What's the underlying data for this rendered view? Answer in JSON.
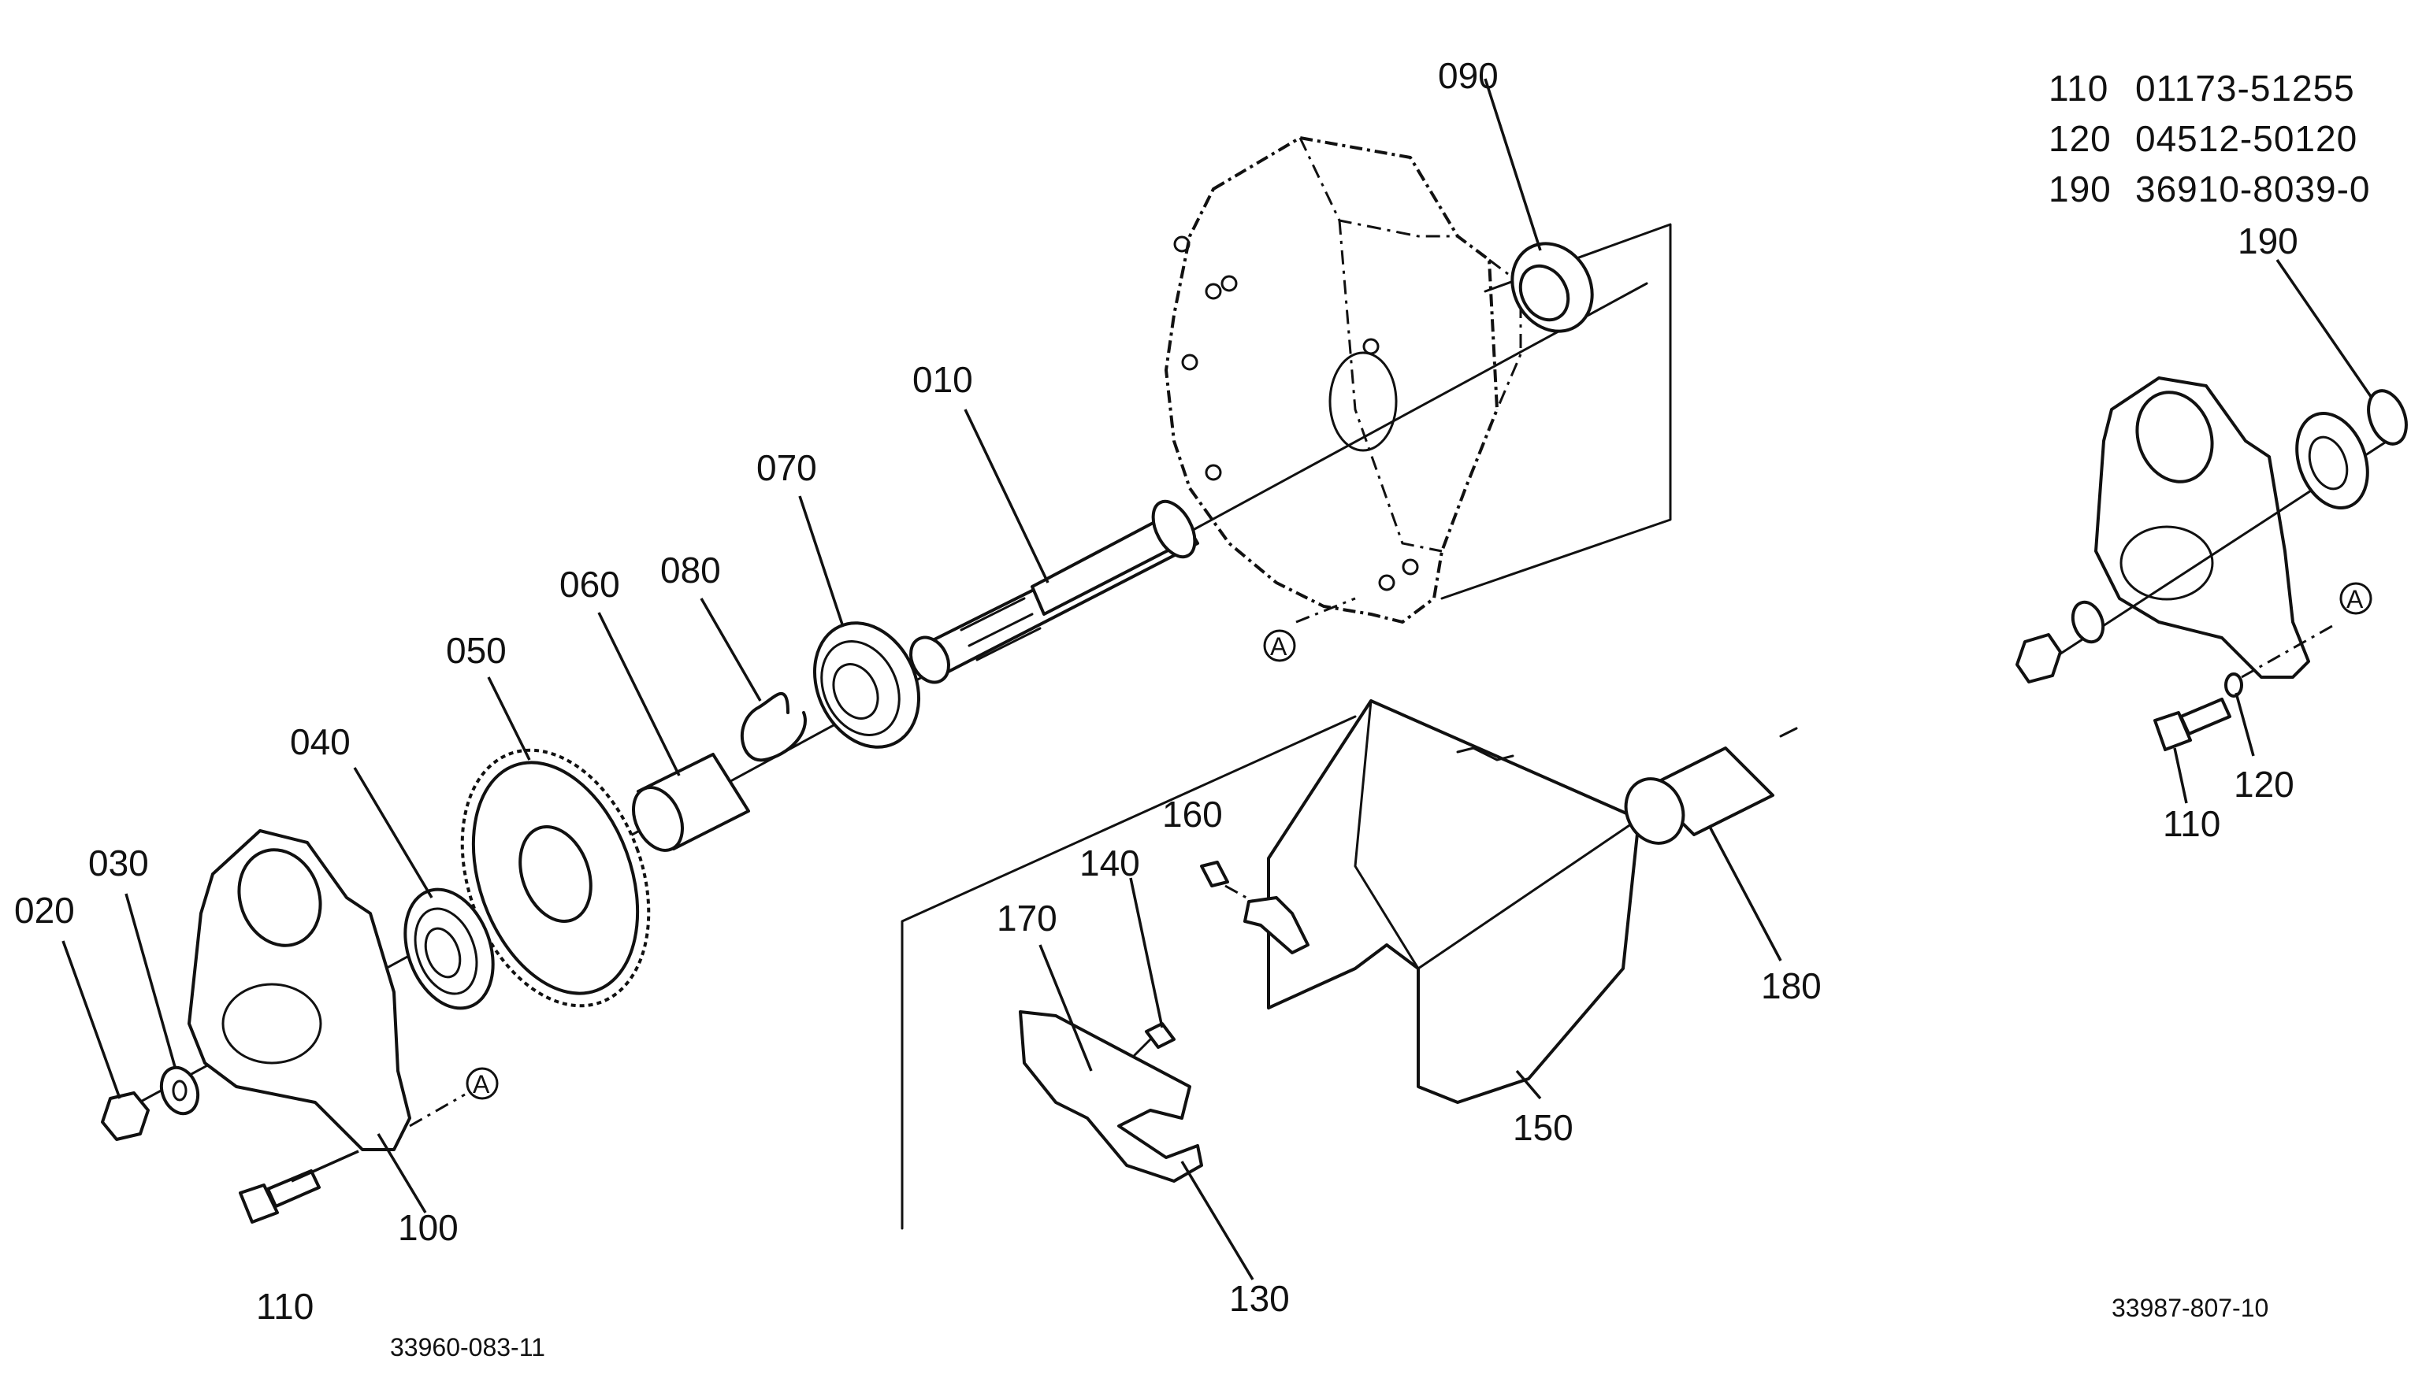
{
  "labels": {
    "p090": "090",
    "p010": "010",
    "p070": "070",
    "p080": "080",
    "p060": "060",
    "p050": "050",
    "p040": "040",
    "p030": "030",
    "p020": "020",
    "p100": "100",
    "p110_left": "110",
    "p160": "160",
    "p140": "140",
    "p170": "170",
    "p130": "130",
    "p150": "150",
    "p180": "180",
    "p190": "190",
    "p120": "120",
    "p110_right": "110",
    "ref_a_left": "A",
    "ref_a_mid": "A",
    "ref_a_right": "A"
  },
  "spec_table": [
    {
      "item": "110",
      "part_no": "01173-51255"
    },
    {
      "item": "120",
      "part_no": "04512-50120"
    },
    {
      "item": "190",
      "part_no": "36910-8039-0"
    }
  ],
  "drawing_numbers": {
    "left": "33960-083-11",
    "right": "33987-807-10"
  }
}
